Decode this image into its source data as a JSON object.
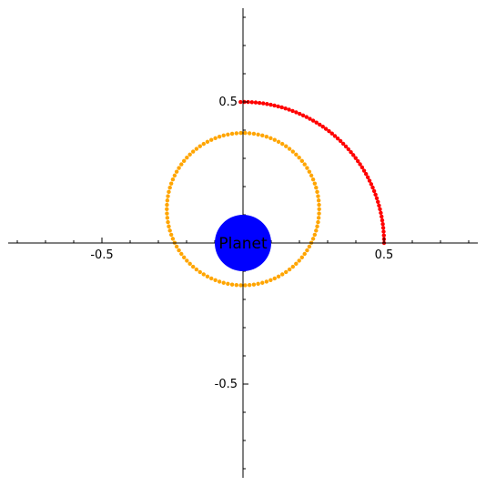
{
  "chart_data": {
    "type": "scatter",
    "title": "",
    "xlabel": "",
    "ylabel": "",
    "xlim": [
      -0.83,
      0.83
    ],
    "ylim": [
      -0.83,
      0.83
    ],
    "grid": false,
    "legend": "none",
    "axes_style": "through-origin",
    "tick_labels": {
      "x": [
        {
          "value": -0.5,
          "label": "-0.5"
        },
        {
          "value": 0.5,
          "label": "0.5"
        }
      ],
      "y": [
        {
          "value": -0.5,
          "label": "-0.5"
        },
        {
          "value": 0.5,
          "label": "0.5"
        }
      ]
    },
    "minor_ticks": [
      -0.8,
      -0.7,
      -0.6,
      -0.5,
      -0.4,
      -0.3,
      -0.2,
      -0.1,
      0.1,
      0.2,
      0.3,
      0.4,
      0.5,
      0.6,
      0.7,
      0.8
    ],
    "series": [
      {
        "kind": "scatter",
        "color": "#ffa500",
        "shape": "circle",
        "center": [
          0,
          0.12
        ],
        "radius": 0.27,
        "point_count": 110
      },
      {
        "kind": "scatter",
        "color": "#ff0000",
        "shape": "arc",
        "center": [
          0,
          0
        ],
        "radius": 0.5,
        "start_angle_deg": 0,
        "end_angle_deg": 91,
        "point_count": 60
      }
    ],
    "center_object": {
      "label": "Planet",
      "center": [
        0,
        0
      ],
      "radius": 0.1,
      "color": "#0000ff"
    }
  }
}
